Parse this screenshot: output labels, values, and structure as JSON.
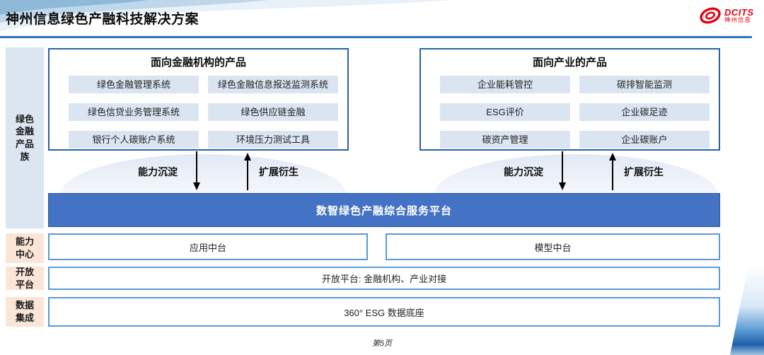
{
  "header": {
    "title": "神州信息绿色产融科技解决方案",
    "logo": {
      "name": "DCITS",
      "subname": "神州信息"
    }
  },
  "sidebar": {
    "family_label": "绿色\n金融\n产品\n族",
    "capability_label": "能力\n中心",
    "open_label": "开放\n平台",
    "data_label": "数据\n集成"
  },
  "groups": [
    {
      "title": "面向金融机构的产品",
      "items": [
        "绿色金融管理系统",
        "绿色金融信息报送监测系统",
        "绿色信贷业务管理系统",
        "绿色供应链金融",
        "银行个人碳账户系统",
        "环境压力测试工具"
      ]
    },
    {
      "title": "面向产业的产品",
      "items": [
        "企业能耗管控",
        "碳排智能监测",
        "ESG评价",
        "企业碳足迹",
        "碳资产管理",
        "企业碳账户"
      ]
    }
  ],
  "flow": {
    "down_label": "能力沉淀",
    "up_label": "扩展衍生"
  },
  "platform": {
    "title": "数智绿色产融综合服务平台"
  },
  "middleware": {
    "left": "应用中台",
    "right": "模型中台"
  },
  "open_platform": {
    "label": "开放平台: 金融机构、产业对接"
  },
  "data_base": {
    "label": "360° ESG 数据底座"
  },
  "footer": {
    "page_number": "第5页"
  },
  "colors": {
    "accent_blue": "#4472c4",
    "group_border_blue": "#2e5fa3",
    "row_border_blue": "#5b9bd5",
    "chip_fill": "#dbe5f1",
    "family_fill": "#dce6f1",
    "peach_fill": "#fbe5d6",
    "header_line": "#2e75b6",
    "logo_red": "#e60012"
  }
}
